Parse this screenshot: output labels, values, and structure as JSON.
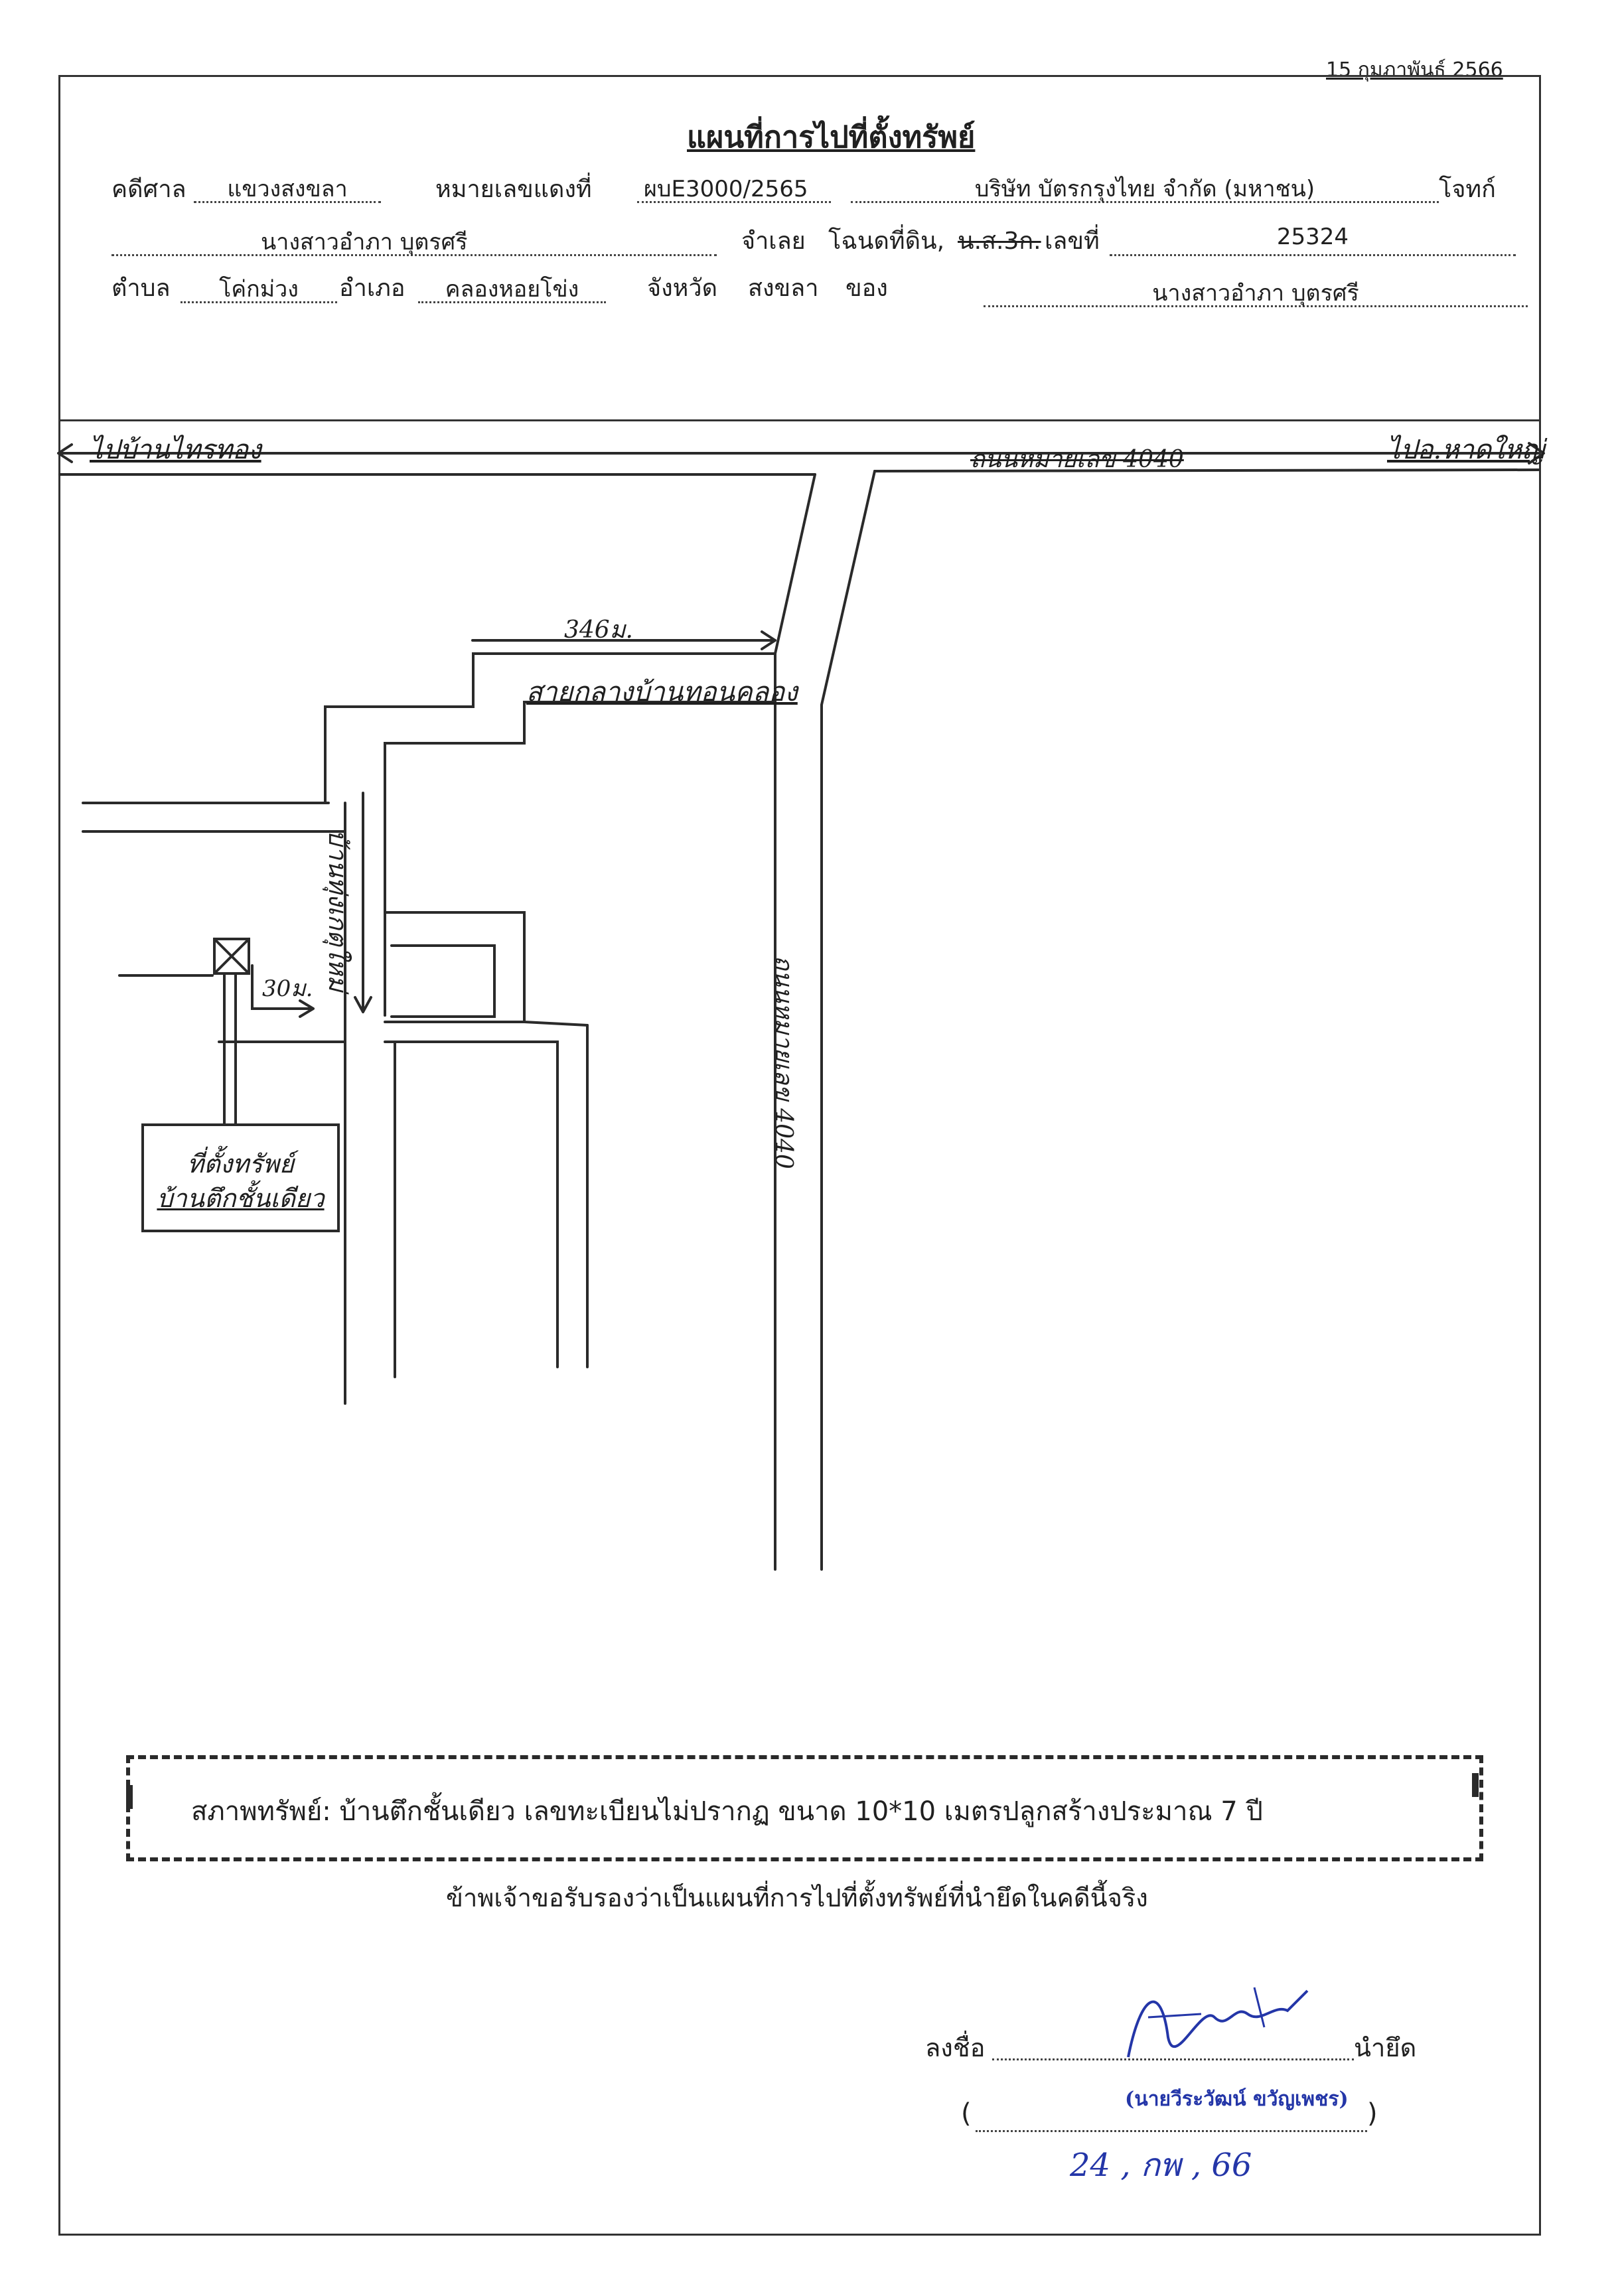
{
  "doc": {
    "date": "15 กุมภาพันธ์ 2566",
    "title": "แผนที่การไปที่ตั้งทรัพย์"
  },
  "header": {
    "court_label": "คดีศาล",
    "court_value": "แขวงสงขลา",
    "red_no_label": "หมายเลขแดงที่",
    "red_no_value": "ผบE3000/2565",
    "plaintiff_value": "บริษัท บัตรกรุงไทย จำกัด (มหาชน)",
    "plaintiff_label": "โจทก์",
    "defendant_value": "นางสาวอำภา บุตรศรี",
    "defendant_label": "จำเลย",
    "deed_label": "โฉนดที่ดิน,",
    "deed_strike": "น.ส.3ก.",
    "deed_no_label": "เลขที่",
    "deed_no_value": "25324",
    "subdistrict_label": "ตำบล",
    "subdistrict_value": "โค่กม่วง",
    "district_label": "อำเภอ",
    "district_value": "คลองหอยโข่ง",
    "province_label": "จังหวัด",
    "province_value": "สงขลา",
    "owner_label": "ของ",
    "owner_value": "นางสาวอำภา บุตรศรี"
  },
  "map": {
    "to_left": "ไปบ้านไทรทอง",
    "highway_top": "ถนนหมายเลข 4040",
    "to_right": "ไปอ.หาดใหญ่",
    "dist_long": "346ม.",
    "junction": "สายกลางบ้านทอนคลอง",
    "lane": "บ้านทุ่งเกตุใหม่",
    "dist_short": "30ม.",
    "highway_side": "ถนนหมายเลข 4040",
    "property_line1": "ที่ตั้งทรัพย์",
    "property_line2": "บ้านตึกชั้นเดียว"
  },
  "condition": {
    "text": "สภาพทรัพย์:  บ้านตึกชั้นเดียว เลขทะเบียนไม่ปรากฏ ขนาด 10*10 เมตรปลูกสร้างประมาณ 7 ปี"
  },
  "certify": {
    "text": "ข้าพเจ้าขอรับรองว่าเป็นแผนที่การไปที่ตั้งทรัพย์ที่นำยึดในคดีนี้จริง"
  },
  "signature": {
    "sign_label": "ลงชื่อ",
    "role": "นำยึด",
    "stamp_name": "(นายวีระวัฒน์  ขวัญเพชร)",
    "paren_open": "(",
    "paren_close": ")",
    "date_hand": "24 , กพ , 66"
  }
}
